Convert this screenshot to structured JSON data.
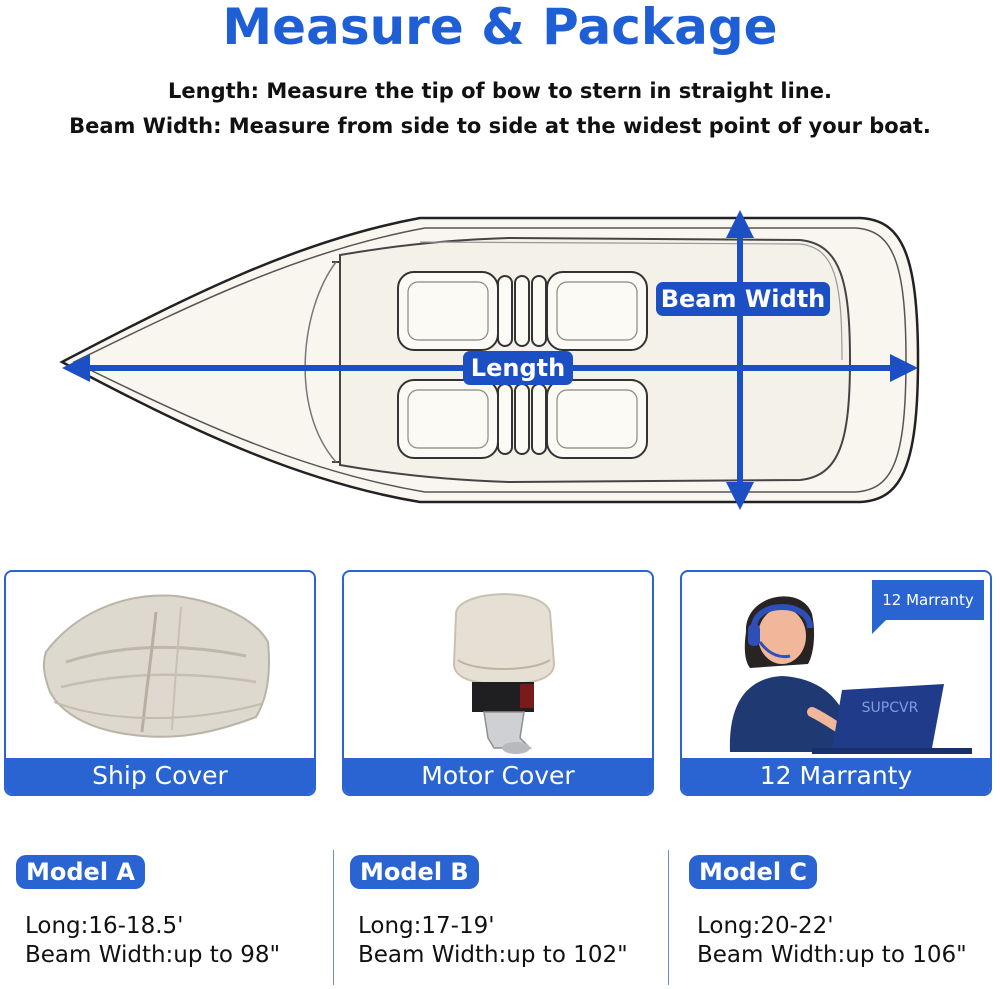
{
  "header": {
    "title": "Measure & Package",
    "line1": "Length: Measure the tip of bow to stern in straight line.",
    "line2": "Beam Width: Measure from side to side at the widest point of your boat."
  },
  "diagram": {
    "length_label": "Length",
    "beam_label": "Beam Width"
  },
  "cards": [
    {
      "label": "Ship Cover",
      "icon": "folded-cover-image"
    },
    {
      "label": "Motor Cover",
      "icon": "outboard-motor-image"
    },
    {
      "label": "12 Marranty",
      "ribbon": "12 Marranty",
      "icon": "support-agent-image",
      "laptop_text": "SUPCVR"
    }
  ],
  "models": [
    {
      "name": "Model A",
      "long": "Long:16-18.5'",
      "beam": "Beam Width:up to 98\""
    },
    {
      "name": "Model B",
      "long": "Long:17-19'",
      "beam": "Beam Width:up to 102\""
    },
    {
      "name": "Model C",
      "long": "Long:20-22'",
      "beam": "Beam Width:up to 106\""
    }
  ],
  "colors": {
    "accent": "#2a64d3",
    "title": "#1f5fd6",
    "arrow": "#1d4fc4"
  }
}
